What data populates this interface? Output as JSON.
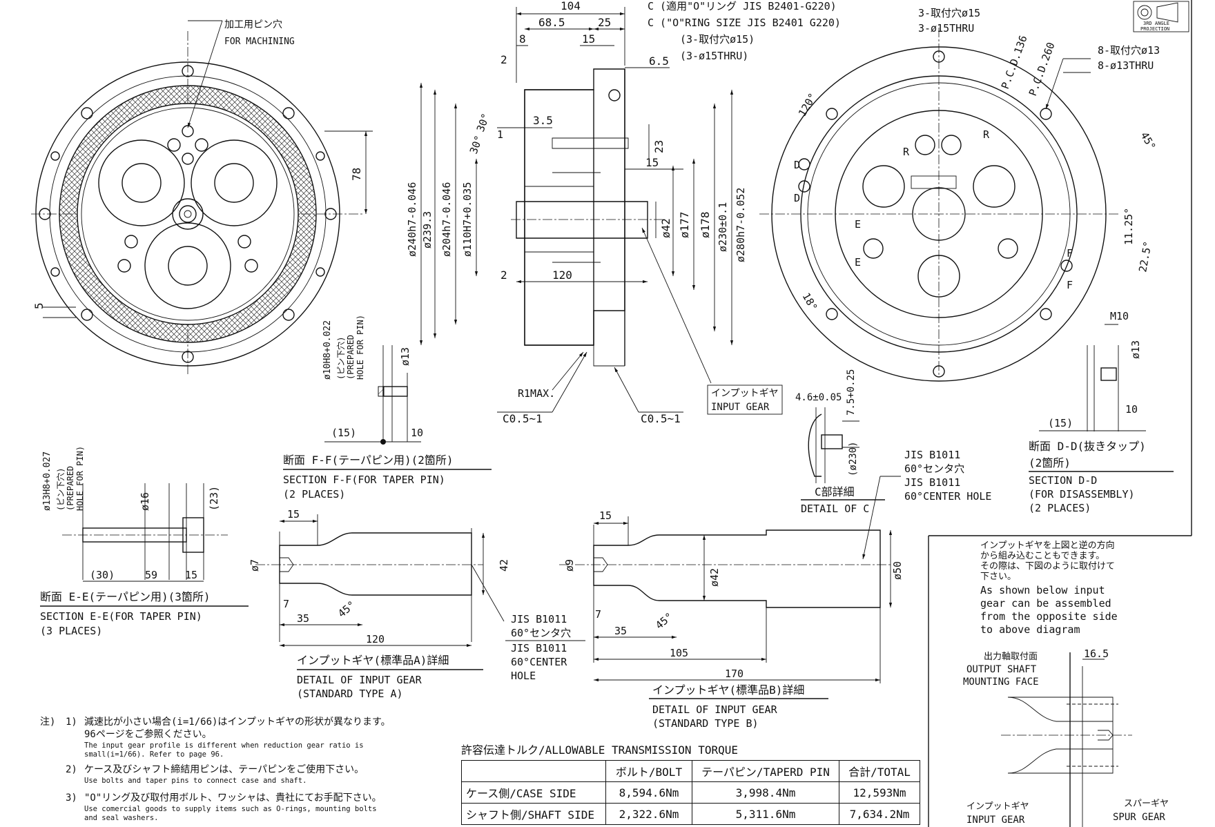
{
  "projection_label": [
    "3RD ANGLE",
    "PROJECTION"
  ],
  "front_view": {
    "callout_jp": "加工用ピン穴",
    "callout_en": "FOR MACHINING",
    "dim_78": "78",
    "dim_5": "5"
  },
  "section_view": {
    "dim_104": "104",
    "dim_68_5": "68.5",
    "dim_25": "25",
    "dim_8": "8",
    "dim_15a": "15",
    "dim_6_5": "6.5",
    "dim_2a": "2",
    "dim_2b": "2",
    "dim_30a": "30°",
    "dim_30b": "30°",
    "dim_3_5": "3.5",
    "dim_1": "1",
    "dim_23": "23",
    "dim_15b": "15",
    "dim_120": "120",
    "oring_jp": "C (適用\"O\"リング JIS B2401-G220)",
    "oring_en": "C (\"O\"RING SIZE JIS B2401 G220)",
    "hole_jp": "(3-取付穴ø15)",
    "hole_en": "(3-ø15THRU)",
    "d240": "ø240h7-0.046",
    "d239": "ø239.3",
    "d204": "ø204h7-0.046",
    "d110": "ø110H7+0.035",
    "d42": "ø42",
    "d177": "ø177",
    "d178": "ø178",
    "d230": "ø230±0.1",
    "d280": "ø280h7-0.052",
    "r1": "R1MAX.",
    "c05a": "C0.5~1",
    "c05b": "C0.5~1",
    "input_gear_jp": "インプットギヤ",
    "input_gear_en": "INPUT GEAR"
  },
  "right_view": {
    "holes3_jp": "3-取付穴ø15",
    "holes3_en": "3-ø15THRU",
    "pcd136": "P.C.D.136",
    "pcd260": "P.C.D.260",
    "holes8_jp": "8-取付穴ø13",
    "holes8_en": "8-ø13THRU",
    "ang120": "120°",
    "ang45": "45°",
    "ang11": "11.25°",
    "ang22": "22.5°",
    "ang18": "18°",
    "lbl_d": "D",
    "lbl_e": "E",
    "lbl_f": "F",
    "lbl_r": "R"
  },
  "section_ff": {
    "d10": "ø10H8+0.022",
    "pin_jp": "(ピン下穴)",
    "pin_en1": "(PREPARED",
    "pin_en2": "HOLE FOR PIN)",
    "d13": "ø13",
    "dim15": "(15)",
    "dim10": "10",
    "title_jp": "断面 F-F(テーパピン用)(2箇所)",
    "title_en": "SECTION F-F(FOR TAPER PIN)",
    "places": "(2 PLACES)"
  },
  "section_ee": {
    "d13": "ø13H8+0.027",
    "pin_jp": "(ピン下穴)",
    "pin_en1": "(PREPARED",
    "pin_en2": "HOLE FOR PIN)",
    "d16": "ø16",
    "d23": "(23)",
    "dim30": "(30)",
    "dim59": "59",
    "dim15": "15",
    "title_jp": "断面 E-E(テーパピン用)(3箇所)",
    "title_en": "SECTION E-E(FOR TAPER PIN)",
    "places": "(3 PLACES)"
  },
  "detail_c": {
    "d46": "4.6±0.05",
    "d75": "7.5+0.25",
    "d230": "(ø230)",
    "title_jp": "C部詳細",
    "title_en": "DETAIL OF C"
  },
  "center_hole_note": {
    "l1": "JIS B1011",
    "l2": "60°センタ穴",
    "l3": "JIS B1011",
    "l4": "60°CENTER HOLE"
  },
  "section_dd": {
    "m10": "M10",
    "d13": "ø13",
    "dim10": "10",
    "dim15": "(15)",
    "title_jp": "断面 D-D(抜きタップ)",
    "title_jp2": "(2箇所)",
    "title_en": "SECTION D-D",
    "sub_en": "(FOR DISASSEMBLY)",
    "places": "(2 PLACES)"
  },
  "input_gear_a": {
    "d7": "ø7",
    "d42": "42",
    "dim15": "15",
    "dim7": "7",
    "dim35": "35",
    "ang45": "45°",
    "dim120": "120",
    "jis1": "JIS B1011",
    "jis2": "60°センタ穴",
    "jis3": "JIS B1011",
    "jis4": "60°CENTER",
    "jis5": "HOLE",
    "title_jp": "インプットギヤ(標準品A)詳細",
    "title_en": "DETAIL OF INPUT GEAR",
    "sub_en": "(STANDARD TYPE A)"
  },
  "input_gear_b": {
    "d9": "ø9",
    "d42": "ø42",
    "d50": "ø50",
    "dim15": "15",
    "dim7": "7",
    "dim35": "35",
    "ang45": "45°",
    "dim105": "105",
    "dim170": "170",
    "title_jp": "インプットギヤ(標準品B)詳細",
    "title_en": "DETAIL OF INPUT GEAR",
    "sub_en": "(STANDARD TYPE B)"
  },
  "notes": {
    "prefix": "注)",
    "n1_num": "1)",
    "n1_jp": "減速比が小さい場合(i=1/66)はインプットギヤの形状が異なります。",
    "n1_jp2": "96ページをご参照ください。",
    "n1_en": "The input gear profile is different when reduction gear ratio is",
    "n1_en2": "small(i=1/66). Refer to page 96.",
    "n2_num": "2)",
    "n2_jp": "ケース及びシャフト締結用ピンは、テーパピンをご使用下さい。",
    "n2_en": "Use bolts and taper pins to connect case and shaft.",
    "n3_num": "3)",
    "n3_jp": "\"O\"リング及び取付用ボルト、ワッシャは、貴社にてお手配下さい。",
    "n3_en": "Use comercial goods to supply items such as O-rings, mounting bolts",
    "n3_en2": "and seal washers."
  },
  "torque_table": {
    "title": "許容伝達トルク/ALLOWABLE TRANSMISSION TORQUE",
    "headers": [
      "",
      "ボルト/BOLT",
      "テーパピン/TAPERD PIN",
      "合計/TOTAL"
    ],
    "rows": [
      [
        "ケース側/CASE SIDE",
        "8,594.6Nm",
        "3,998.4Nm",
        "12,593Nm"
      ],
      [
        "シャフト側/SHAFT SIDE",
        "2,322.6Nm",
        "5,311.6Nm",
        "7,634.2Nm"
      ]
    ]
  },
  "assembly_box": {
    "jp1": "インプットギヤを上図と逆の方向",
    "jp2": "から組み込むこともできます。",
    "jp3": "その際は、下図のように取付けて",
    "jp4": "下さい。",
    "en1": "As shown below input",
    "en2": "gear can be assembled",
    "en3": "from the opposite side",
    "en4": "to above diagram",
    "out_jp": "出力軸取付面",
    "out_en1": "OUTPUT SHAFT",
    "out_en2": "MOUNTING FACE",
    "dim16_5": "16.5",
    "input_jp": "インプットギヤ",
    "input_en": "INPUT GEAR",
    "spur_jp": "スパーギヤ",
    "spur_en": "SPUR GEAR"
  }
}
